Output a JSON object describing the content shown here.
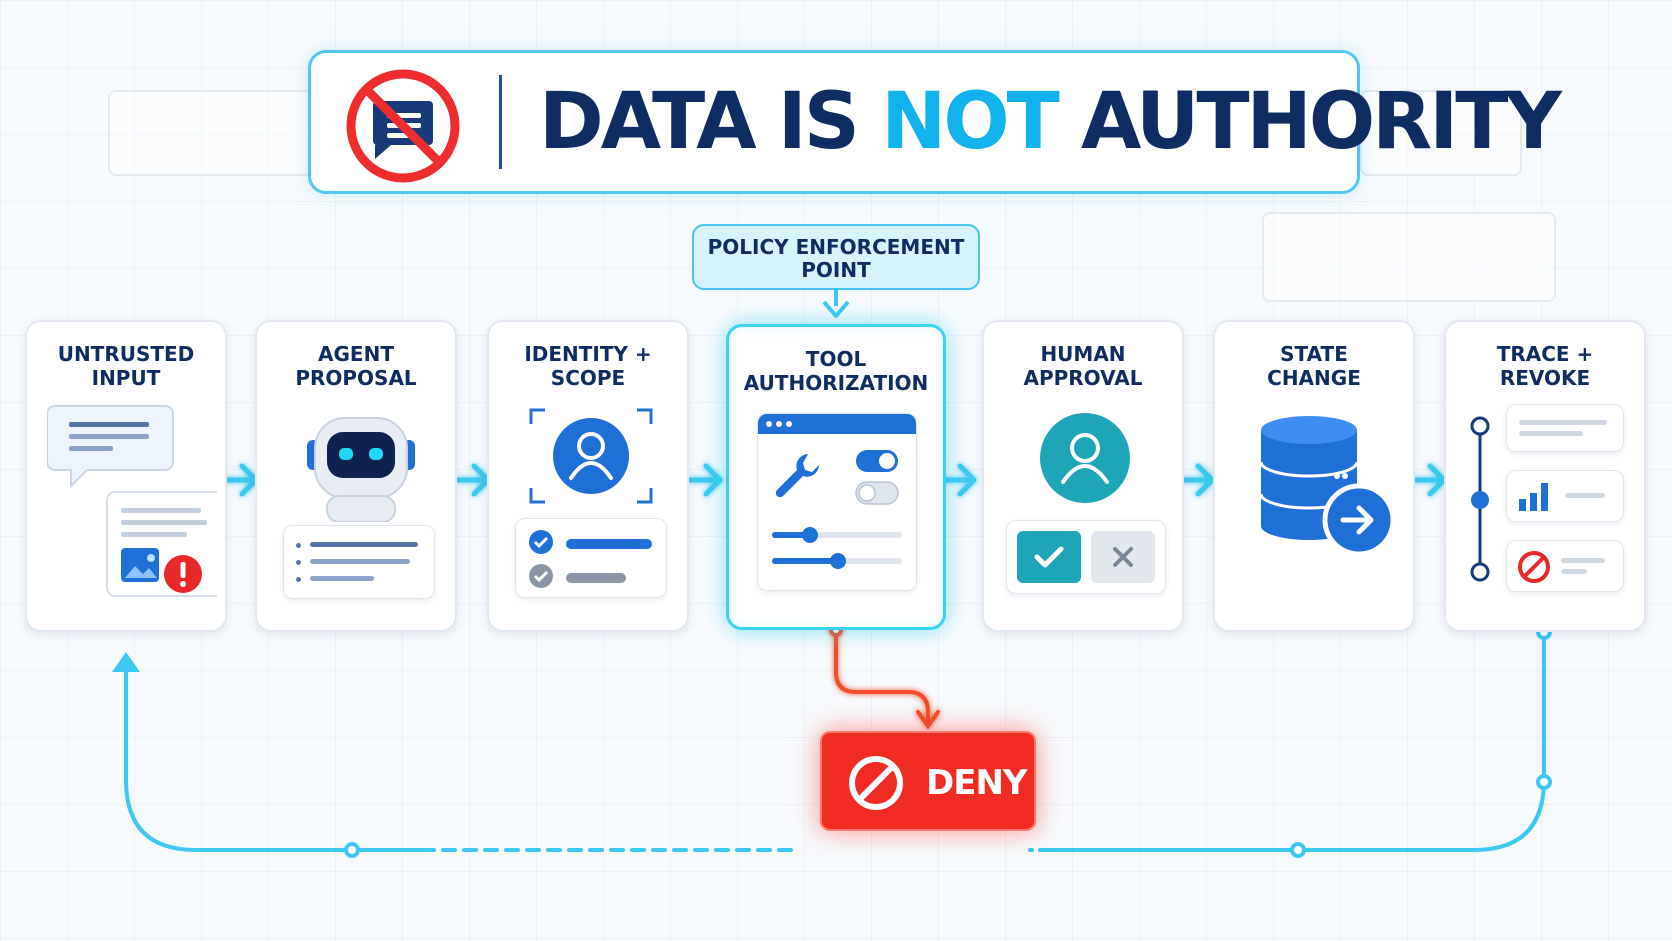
{
  "title": {
    "prefix": "DATA IS ",
    "highlight": "NOT",
    "suffix": " AUTHORITY",
    "icon": "no-message-icon"
  },
  "pep_label": "POLICY ENFORCEMENT POINT",
  "steps": [
    {
      "id": "untrusted-input",
      "title": "UNTRUSTED\nINPUT",
      "icon": "chat-warning-icon"
    },
    {
      "id": "agent-proposal",
      "title": "AGENT\nPROPOSAL",
      "icon": "robot-icon"
    },
    {
      "id": "identity-scope",
      "title": "IDENTITY +\nSCOPE",
      "icon": "user-scan-icon"
    },
    {
      "id": "tool-authorization",
      "title": "TOOL\nAUTHORIZATION",
      "icon": "wrench-settings-icon"
    },
    {
      "id": "human-approval",
      "title": "HUMAN\nAPPROVAL",
      "icon": "user-approve-icon"
    },
    {
      "id": "state-change",
      "title": "STATE\nCHANGE",
      "icon": "database-arrow-icon"
    },
    {
      "id": "trace-revoke",
      "title": "TRACE +\nREVOKE",
      "icon": "timeline-revoke-icon"
    }
  ],
  "deny_label": "DENY",
  "colors": {
    "navy": "#0f2d63",
    "accent": "#12b3ec",
    "deny": "#ef2b22",
    "flow": "#3cc8f0",
    "blue": "#1e6fd6",
    "teal": "#1ea6b8"
  }
}
